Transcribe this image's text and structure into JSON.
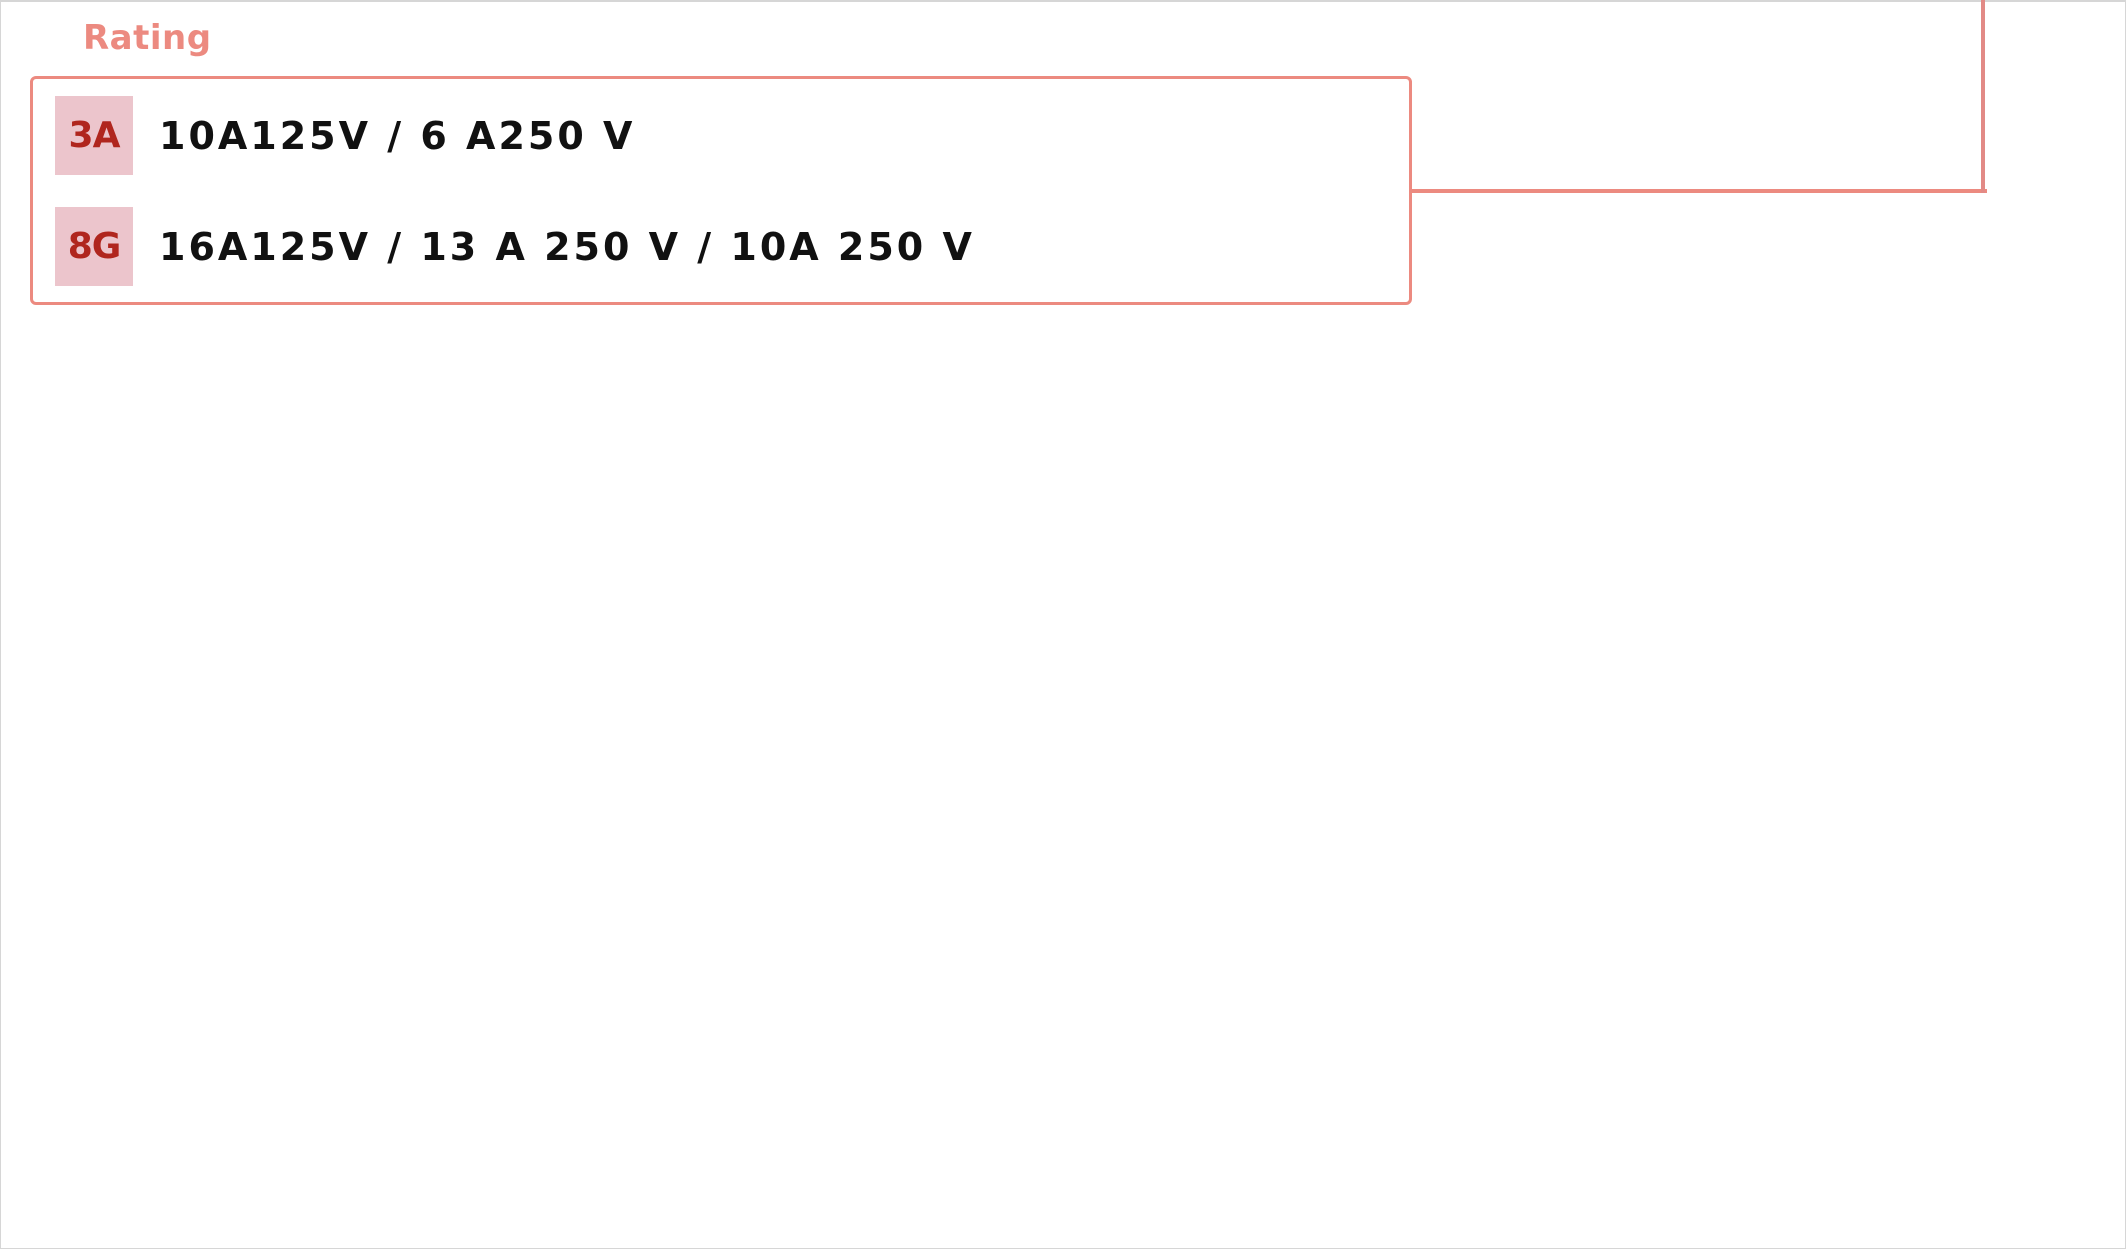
{
  "title": "Rating",
  "ratings": [
    {
      "code": "3A",
      "spec": "10A125V / 6 A250 V"
    },
    {
      "code": "8G",
      "spec": "16A125V /  13 A 250 V  /  10A 250 V"
    }
  ],
  "colors": {
    "accent": "#ec8a80",
    "badge_bg": "#ecc5cc",
    "badge_text": "#b0261e"
  }
}
